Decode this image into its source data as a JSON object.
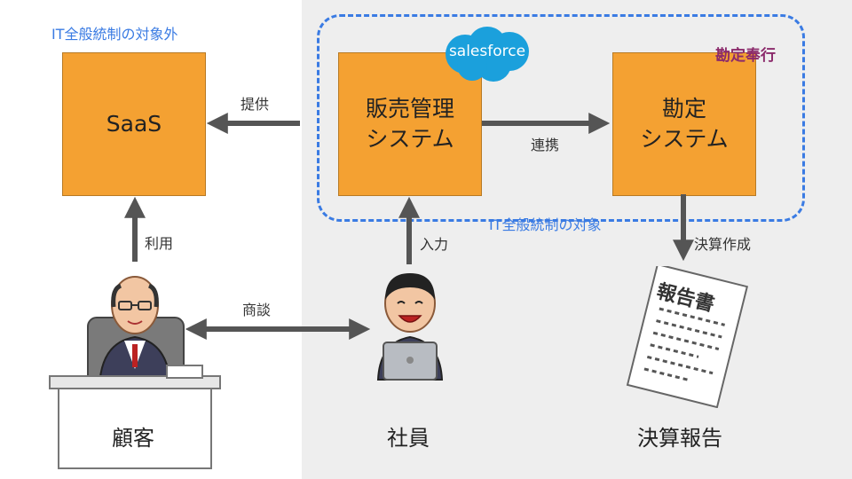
{
  "labels": {
    "outside_scope": "IT全般統制の対象外",
    "inside_scope": "IT全般統制の対象",
    "provide": "提供",
    "link": "連携",
    "use": "利用",
    "input": "入力",
    "closing": "決算作成",
    "negotiation": "商談"
  },
  "boxes": {
    "saas": "SaaS",
    "sales": "販売管理\nシステム",
    "accounting": "勘定\nシステム"
  },
  "logos": {
    "salesforce": "salesforce",
    "kanjo_bugyo": "勘定奉行"
  },
  "people": {
    "customer": "顧客",
    "employee": "社員",
    "report": "決算報告"
  },
  "report_doc": {
    "title": "報告書"
  },
  "colors": {
    "box_fill": "#f4a132",
    "scope_blue": "#3a7be3",
    "salesforce_blue": "#1ba0dc",
    "arrow": "#555555"
  }
}
